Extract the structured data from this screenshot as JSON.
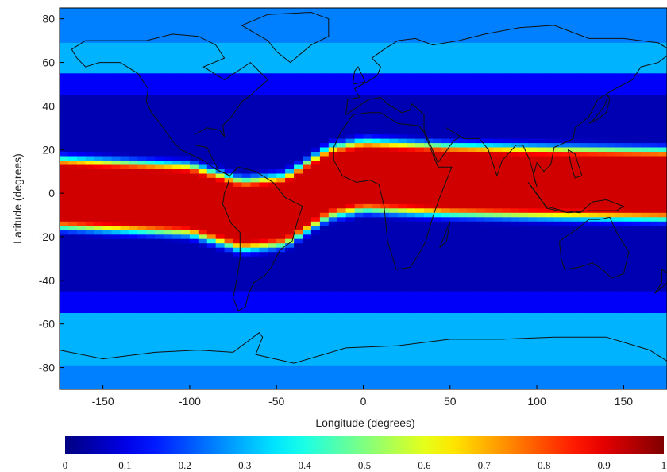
{
  "chart_data": {
    "type": "heatmap",
    "title": "",
    "xlabel": "Longitude (degrees)",
    "ylabel": "Latitude (degrees)",
    "xlim": [
      -175,
      175
    ],
    "ylim": [
      -90,
      85
    ],
    "grid": false,
    "x_ticks": [
      -150,
      -100,
      -50,
      0,
      50,
      100,
      150
    ],
    "x_tick_labels": [
      "-150",
      "-100",
      "-50",
      "0",
      "50",
      "100",
      "150"
    ],
    "y_ticks": [
      80,
      60,
      40,
      20,
      0,
      -20,
      -40,
      -60,
      -80
    ],
    "y_tick_labels": [
      "80",
      "60",
      "40",
      "20",
      "0",
      "-20",
      "-40",
      "-60",
      "-80"
    ],
    "colorbar": {
      "range": [
        0,
        1
      ],
      "colormap": "jet",
      "ticks": [
        0,
        0.1,
        0.2,
        0.3,
        0.4,
        0.5,
        0.6,
        0.7,
        0.8,
        0.9,
        1
      ],
      "tick_labels": [
        "0",
        "0.1",
        "0.2",
        "0.3",
        "0.4",
        "0.5",
        "0.6",
        "0.7",
        "0.8",
        "0.9",
        "1"
      ],
      "placement": "bottom"
    },
    "high_band_center_latitude": [
      {
        "lon": -175,
        "lat": 0
      },
      {
        "lon": -100,
        "lat": -3
      },
      {
        "lon": -70,
        "lat": -10
      },
      {
        "lon": -45,
        "lat": -8
      },
      {
        "lon": -20,
        "lat": 5
      },
      {
        "lon": 0,
        "lat": 8
      },
      {
        "lon": 50,
        "lat": 6
      },
      {
        "lon": 100,
        "lat": 5
      },
      {
        "lon": 175,
        "lat": 4
      }
    ],
    "high_band_halfwidth_degrees": 12,
    "low_value_background": 0.05,
    "midlatitude_value": 0.12,
    "polar_value": 0.25,
    "coastline_overlay": true,
    "colors": {
      "coastline": "#111111",
      "axis": "#000000"
    }
  }
}
